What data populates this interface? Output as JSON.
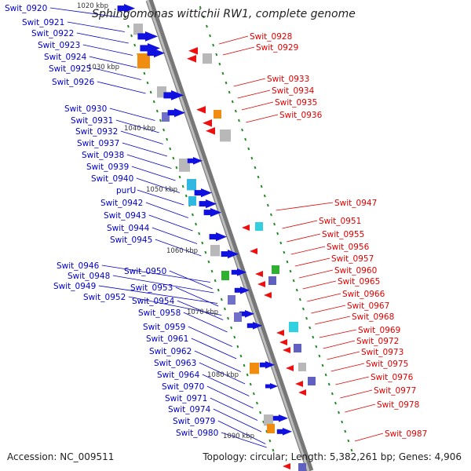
{
  "title": "Sphingomonas wittichii RW1, complete genome",
  "footer": {
    "accession": "Accession: NC_009511",
    "topology": "Topology: circular; Length: 5,382,261 bp; Genes: 4,906"
  },
  "ticks": [
    "1020 kbp",
    "1030 kbp",
    "1040 kbp",
    "1050 kbp",
    "1060 kbp",
    "1070 kbp",
    "1080 kbp",
    "1090 kbp"
  ],
  "colors": {
    "left_label": "#0000c8",
    "right_label": "#e00000",
    "backbone": "#8a8a8a",
    "dots": "#2a8a2a"
  },
  "left_genes": [
    "Swit_0920",
    "Swit_0921",
    "Swit_0922",
    "Swit_0923",
    "Swit_0924",
    "Swit_0925",
    "Swit_0926",
    "Swit_0930",
    "Swit_0931",
    "Swit_0932",
    "Swit_0937",
    "Swit_0938",
    "Swit_0939",
    "Swit_0940",
    "purU",
    "Swit_0942",
    "Swit_0943",
    "Swit_0944",
    "Swit_0945",
    "Swit_0946",
    "Swit_0948",
    "Swit_0949",
    "Swit_0950",
    "Swit_0952",
    "Swit_0953",
    "Swit_0954",
    "Swit_0958",
    "Swit_0959",
    "Swit_0961",
    "Swit_0962",
    "Swit_0963",
    "Swit_0964",
    "Swit_0970",
    "Swit_0971",
    "Swit_0974",
    "Swit_0979",
    "Swit_0980"
  ],
  "right_genes": [
    "Swit_0928",
    "Swit_0929",
    "Swit_0933",
    "Swit_0934",
    "Swit_0935",
    "Swit_0936",
    "Swit_0947",
    "Swit_0951",
    "Swit_0955",
    "Swit_0956",
    "Swit_0957",
    "Swit_0960",
    "Swit_0965",
    "Swit_0966",
    "Swit_0967",
    "Swit_0968",
    "Swit_0969",
    "Swit_0972",
    "Swit_0973",
    "Swit_0975",
    "Swit_0976",
    "Swit_0977",
    "Swit_0978",
    "Swit_0987"
  ]
}
